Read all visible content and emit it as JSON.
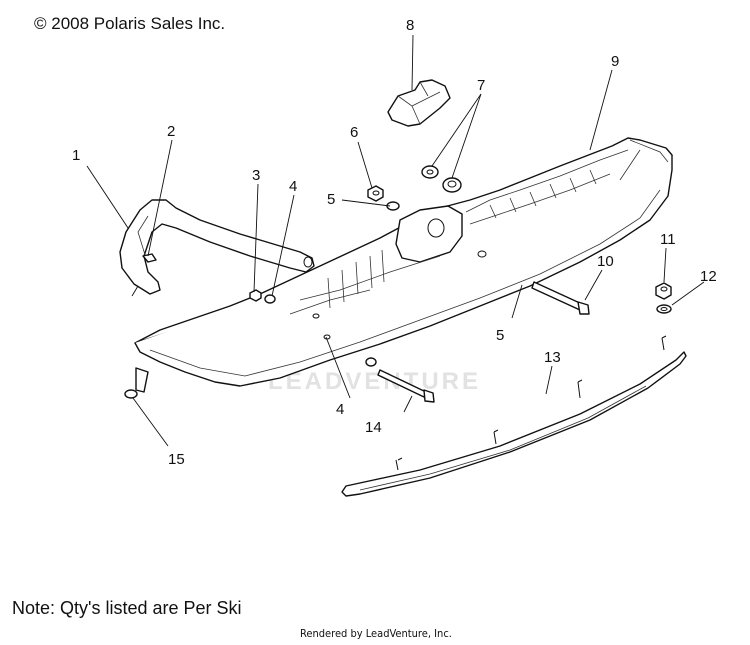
{
  "header": {
    "copyright": "© 2008 Polaris Sales Inc."
  },
  "watermark": {
    "text": "LEADVENTURE"
  },
  "callouts": {
    "c1": "1",
    "c2": "2",
    "c3": "3",
    "c4a": "4",
    "c4b": "4",
    "c5a": "5",
    "c5b": "5",
    "c6": "6",
    "c7": "7",
    "c8": "8",
    "c9": "9",
    "c10": "10",
    "c11": "11",
    "c12": "12",
    "c13": "13",
    "c14": "14",
    "c15": "15"
  },
  "footer": {
    "note": "Note: Qty's listed are Per Ski",
    "rendered": "Rendered by LeadVenture, Inc."
  }
}
